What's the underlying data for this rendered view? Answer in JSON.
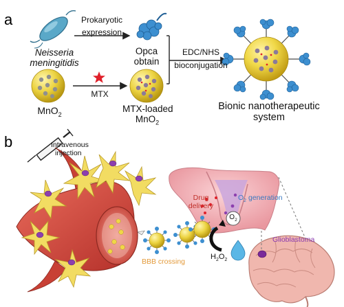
{
  "panel_a": {
    "letter": "a",
    "organism_line1": "Neisseria",
    "organism_line2": "meningitidis",
    "step1_line1": "Prokaryotic",
    "step1_line2": "expression",
    "opca_line1": "Opca",
    "opca_line2": "obtain",
    "step2_line1": "EDC/NHS",
    "step2_line2": "bioconjugation",
    "mno2_base": "MnO",
    "mno2_sub": "2",
    "mtx_label": "MTX",
    "loaded_line1": "MTX-loaded",
    "loaded_line2_base": "MnO",
    "loaded_line2_sub": "2",
    "result_line1": "Bionic nanotherapeutic",
    "result_line2": "system"
  },
  "panel_b": {
    "letter": "b",
    "injection_line1": "Intravenous",
    "injection_line2": "injection",
    "drug_line1": "Drug",
    "drug_line2": "delivery",
    "o2_gen_pre": "O",
    "o2_gen_sub": "2",
    "o2_gen_post": " generation",
    "o2_bubble_base": "O",
    "o2_bubble_sub": "2",
    "h2o2_a": "H",
    "h2o2_sub1": "2",
    "h2o2_b": "O",
    "h2o2_sub2": "2",
    "glioblastoma": "Glioblastoma",
    "bbb": "BBB crossing"
  },
  "colors": {
    "nanoparticle": "#e8cf3a",
    "protein": "#3d8fd0",
    "bacterium": "#5aa8c8",
    "vessel": "#d24a3e",
    "astrocyte": "#f2dc62",
    "brain": "#f3b8c0",
    "tumor": "#c9a6dd",
    "drug_text": "#c0302a",
    "o2_text": "#3a78c0",
    "bbb_text": "#e39a3a",
    "glioma_text": "#8a3bb0",
    "mtx_star": "#e0202a"
  }
}
